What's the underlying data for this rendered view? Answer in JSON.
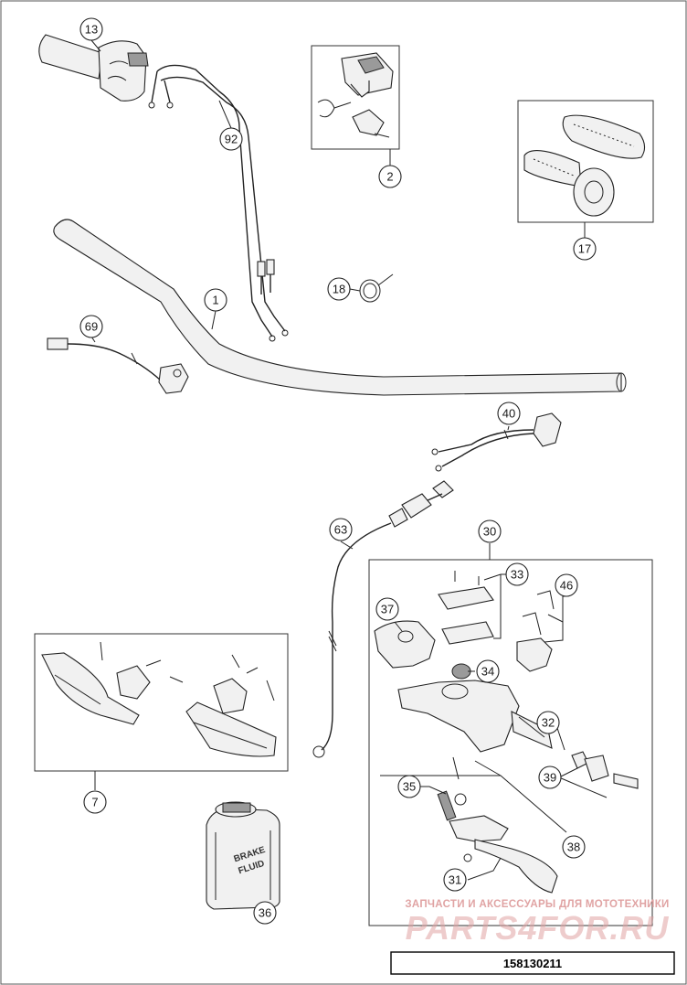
{
  "callouts": [
    {
      "label": "13"
    },
    {
      "label": "92"
    },
    {
      "label": "2"
    },
    {
      "label": "17"
    },
    {
      "label": "1"
    },
    {
      "label": "18"
    },
    {
      "label": "69"
    },
    {
      "label": "40"
    },
    {
      "label": "63"
    },
    {
      "label": "30"
    },
    {
      "label": "33"
    },
    {
      "label": "46"
    },
    {
      "label": "37"
    },
    {
      "label": "34"
    },
    {
      "label": "32"
    },
    {
      "label": "39"
    },
    {
      "label": "35"
    },
    {
      "label": "38"
    },
    {
      "label": "31"
    },
    {
      "label": "7"
    },
    {
      "label": "36"
    }
  ],
  "brake_fluid_label": [
    "BRAKE",
    "FLUID"
  ],
  "watermark": {
    "caption": "ЗАПЧАСТИ И АКСЕССУАРЫ ДЛЯ МОТОТЕХНИКИ",
    "brand": "PARTS4FOR.RU",
    "color": "#e0a3a3"
  },
  "document_number": "158130211",
  "colors": {
    "line": "#222222",
    "part_fill": "#f1f1f1",
    "background": "#ffffff"
  }
}
